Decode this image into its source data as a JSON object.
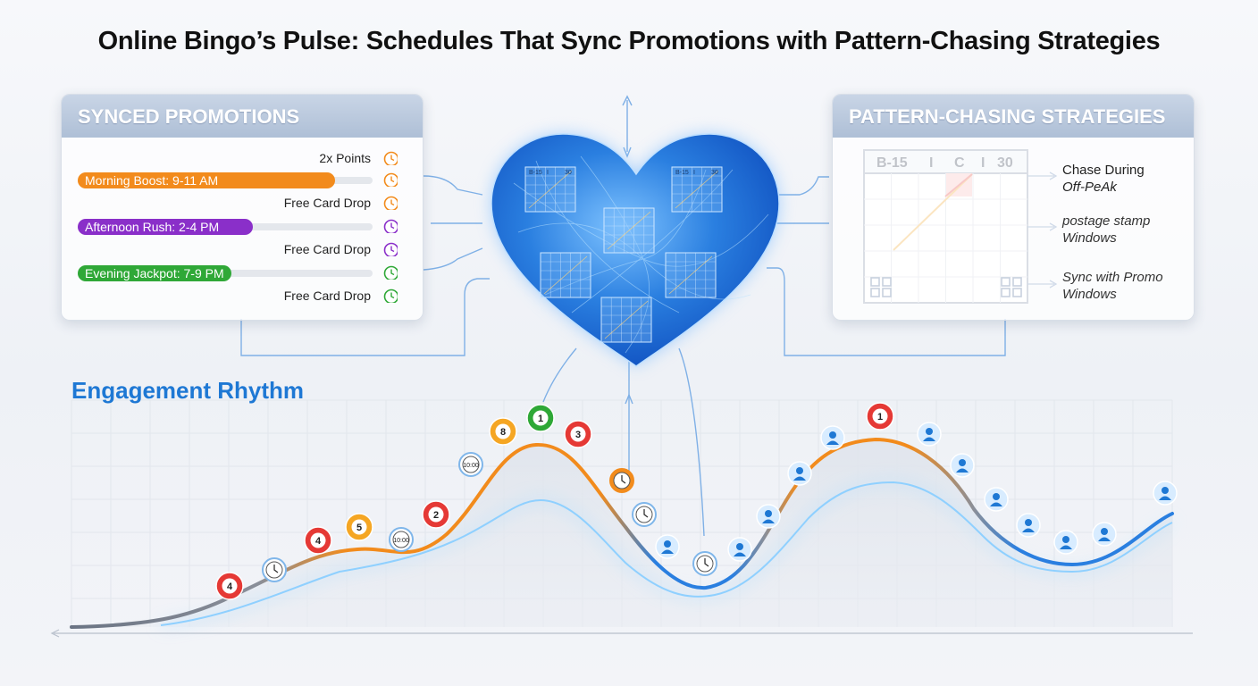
{
  "title": "Online Bingo’s Pulse: Schedules That Sync Promotions with Pattern-Chasing Strategies",
  "colors": {
    "orange": "#f28b1c",
    "purple": "#8a2fc9",
    "green": "#2fa837",
    "blue": "#1e78d4",
    "heart": "#2a7fe0"
  },
  "promotions": {
    "heading": "SYNCED PROMOTIONS",
    "rows": [
      {
        "kind": "label",
        "text": "2x Points",
        "color": "#f28b1c"
      },
      {
        "kind": "bar",
        "text": "Morning Boost: 9-11 AM",
        "color": "#f28b1c"
      },
      {
        "kind": "label",
        "text": "Free Card Drop",
        "color": "#f28b1c"
      },
      {
        "kind": "bar",
        "text": "Afternoon Rush: 2-4 PM",
        "color": "#8a2fc9"
      },
      {
        "kind": "label",
        "text": "Free Card Drop",
        "color": "#8a2fc9"
      },
      {
        "kind": "bar",
        "text": "Evening Jackpot: 7-9 PM",
        "color": "#2fa837"
      },
      {
        "kind": "label",
        "text": "Free Card Drop",
        "color": "#2fa837"
      }
    ]
  },
  "strategies": {
    "heading": "PATTERN-CHASING STRATEGIES",
    "card_header": [
      "B-15",
      "I",
      "C",
      "I",
      "30"
    ],
    "items": [
      {
        "line1": "Chase During",
        "line2": "Off-PeAk"
      },
      {
        "line1": "postage stamp",
        "line2": "Windows"
      },
      {
        "line1": "Sync with Promo",
        "line2": "Windows"
      }
    ]
  },
  "heart_cards": {
    "header": [
      "B-15",
      "I",
      "30"
    ]
  },
  "engagement": {
    "label": "Engagement Rhythm",
    "balls": [
      {
        "n": "4",
        "color": "#e53935"
      },
      {
        "n": "4",
        "color": "#e53935"
      },
      {
        "n": "5",
        "color": "#f5a623"
      },
      {
        "n": "2",
        "color": "#e53935"
      },
      {
        "n": "8",
        "color": "#f5a623"
      },
      {
        "n": "1",
        "color": "#2fa837"
      },
      {
        "n": "3",
        "color": "#e53935"
      },
      {
        "n": "1",
        "color": "#e53935"
      }
    ],
    "clock_texts": [
      "10:00",
      "10:00"
    ]
  }
}
